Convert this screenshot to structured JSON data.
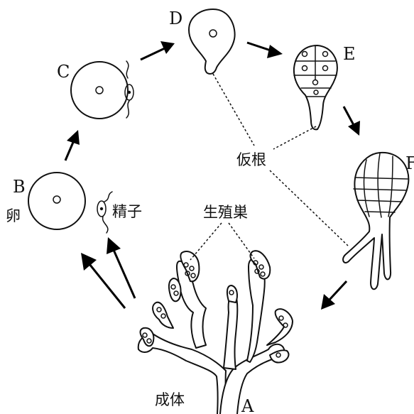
{
  "stages": {
    "A": "A",
    "B": "B",
    "C": "C",
    "D": "D",
    "E": "E",
    "F": "F"
  },
  "labels": {
    "egg": "卵",
    "sperm": "精子",
    "rhizoid": "仮根",
    "reproductive_organ": "生殖巣",
    "adult": "成体"
  }
}
